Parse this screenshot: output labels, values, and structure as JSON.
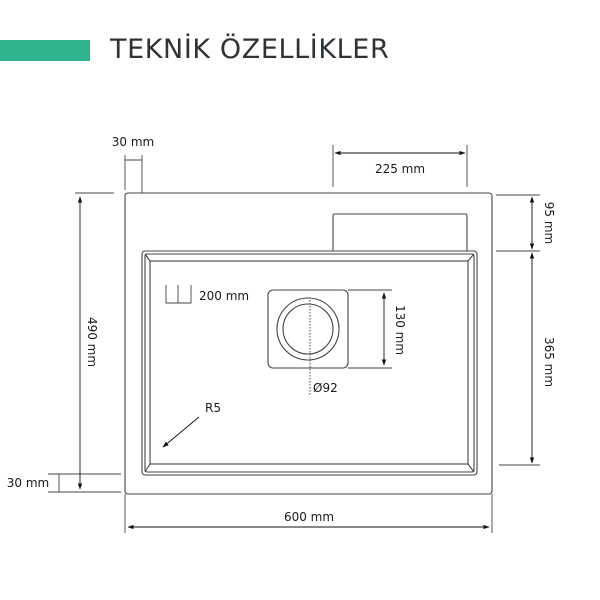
{
  "header": {
    "title": "TEKNİK ÖZELLİKLER",
    "accent_color": "#2fb48f",
    "title_color": "#2f3336"
  },
  "drawing": {
    "line_color": "#444444",
    "dimensions": {
      "overall_width": "600 mm",
      "overall_depth": "490 mm",
      "rim_left": "30 mm",
      "rim_bottom": "30 mm",
      "tap_deck_width": "225 mm",
      "tap_deck_depth": "95 mm",
      "bowl_depth_length": "365 mm",
      "bowl_height": "200 mm",
      "drain_box": "130 mm",
      "drain_diameter": "Ø92",
      "corner_radius": "R5"
    }
  }
}
